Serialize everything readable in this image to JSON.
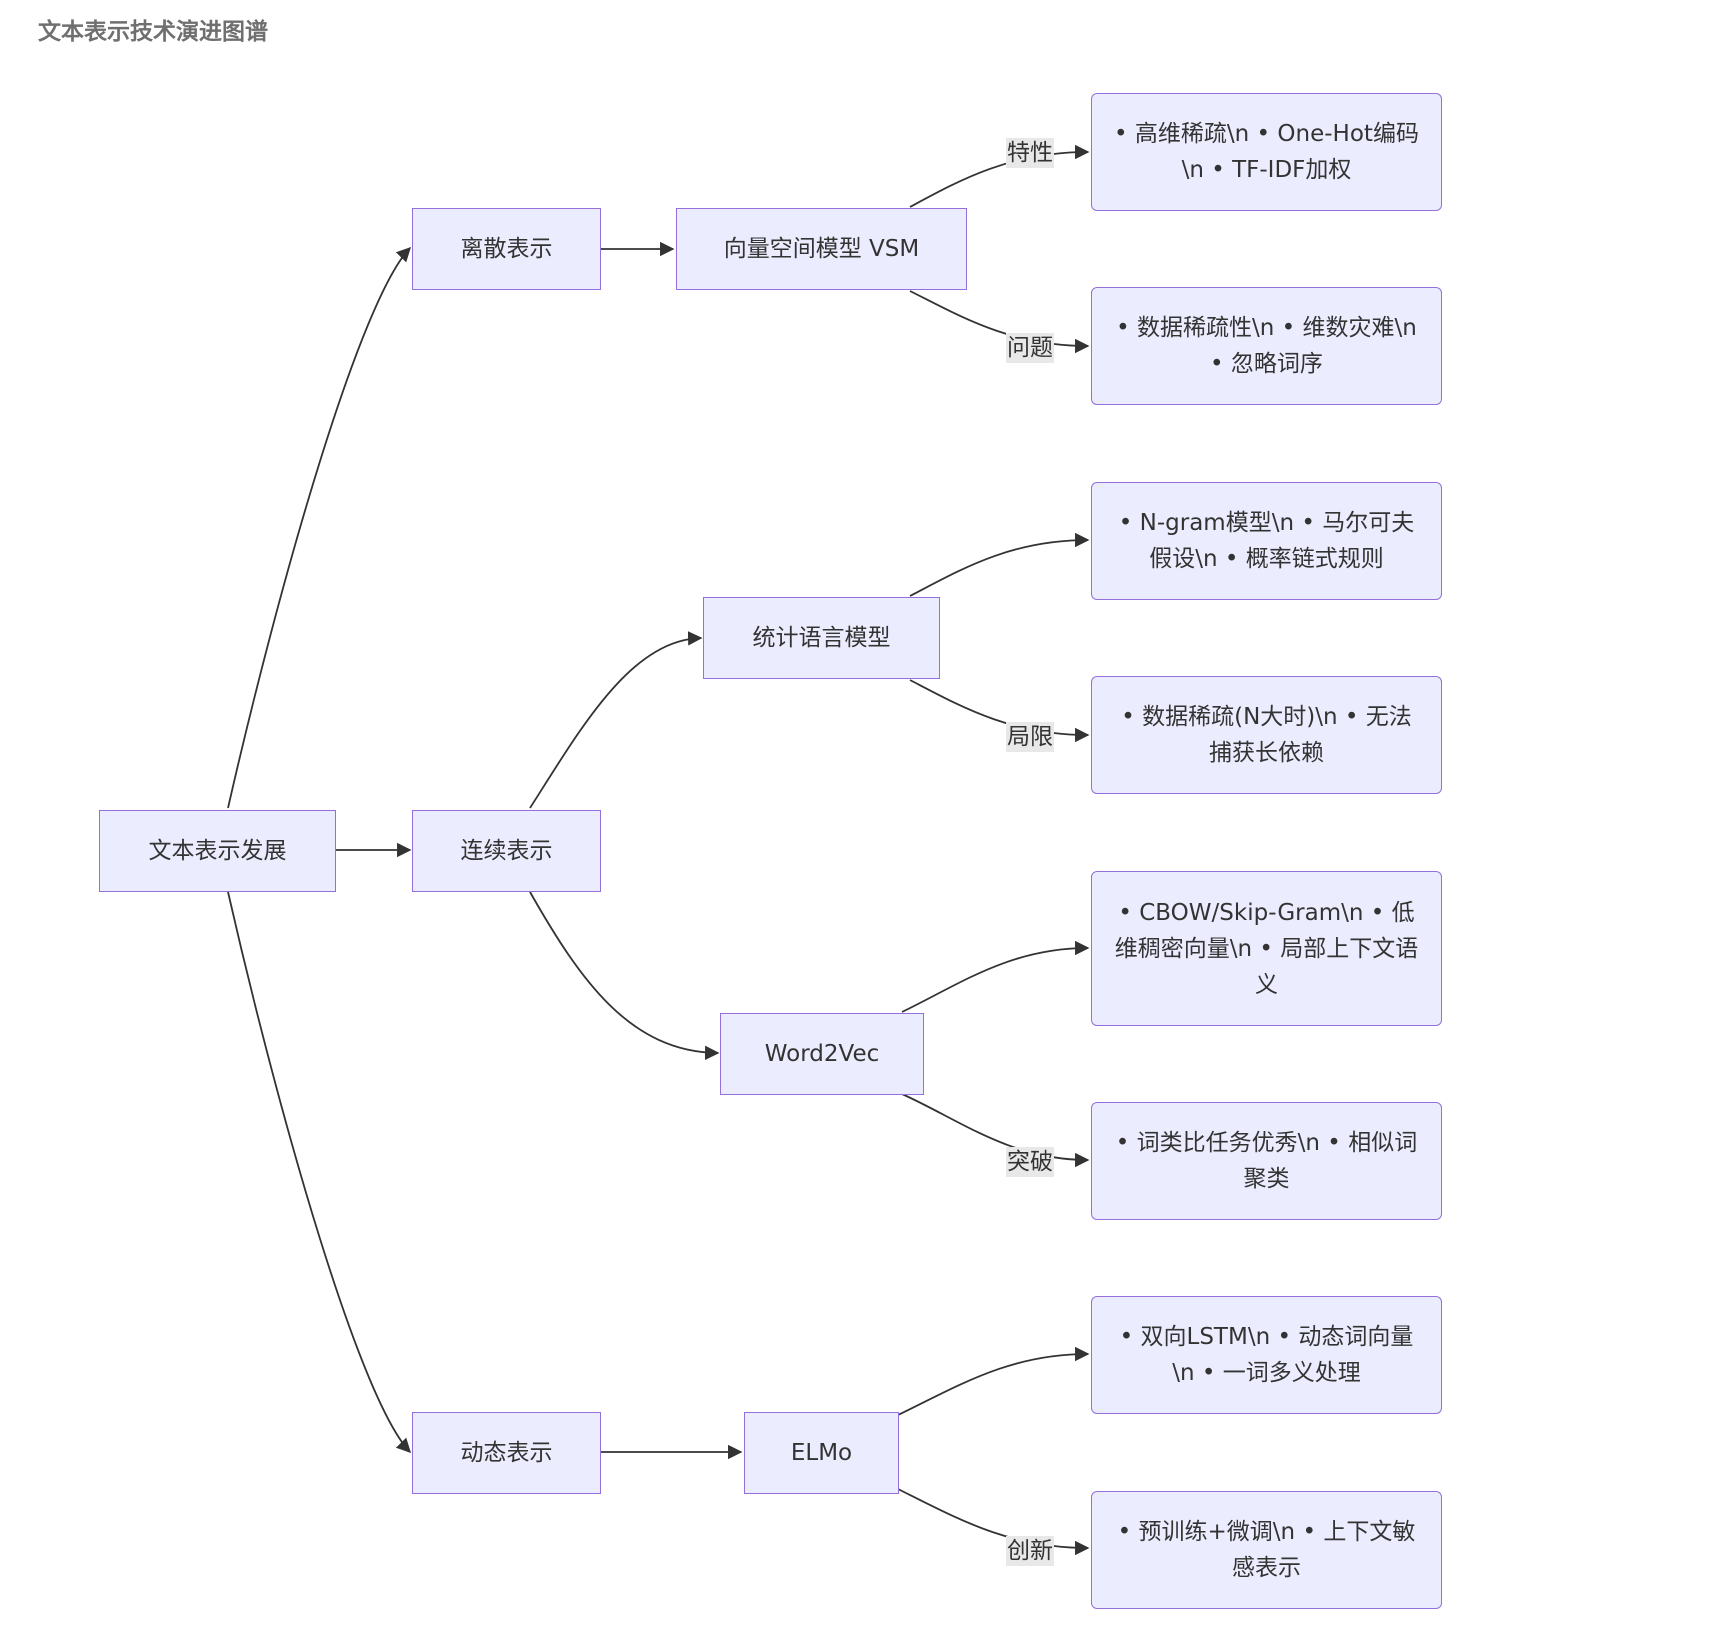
{
  "title": "文本表示技术演进图谱",
  "colors": {
    "node_fill": "#ececff",
    "node_border": "#9370db",
    "edge": "#333333",
    "edge_label_bg": "#e8e8e8",
    "title_text": "#6f6f6f"
  },
  "nodes": {
    "root": "文本表示发展",
    "discrete": "离散表示",
    "continuous": "连续表示",
    "dynamic": "动态表示",
    "vsm": "向量空间模型 VSM",
    "stat_lm": "统计语言模型",
    "word2vec": "Word2Vec",
    "elmo": "ELMo",
    "vsm_features": "• 高维稀疏\\n • One-Hot编码\\n • TF-IDF加权",
    "vsm_problems": "• 数据稀疏性\\n • 维数灾难\\n • 忽略词序",
    "stat_features": "• N-gram模型\\n • 马尔可夫假设\\n • 概率链式规则",
    "stat_limits": "• 数据稀疏(N大时)\\n • 无法捕获长依赖",
    "w2v_features": "• CBOW/Skip-Gram\\n • 低维稠密向量\\n • 局部上下文语义",
    "w2v_breakthrough": "• 词类比任务优秀\\n • 相似词聚类",
    "elmo_features": "• 双向LSTM\\n • 动态词向量\\n • 一词多义处理",
    "elmo_innovation": "• 预训练+微调\\n • 上下文敏感表示"
  },
  "edge_labels": {
    "vsm_features": "特性",
    "vsm_problems": "问题",
    "stat_limits": "局限",
    "w2v_breakthrough": "突破",
    "elmo_innovation": "创新"
  }
}
